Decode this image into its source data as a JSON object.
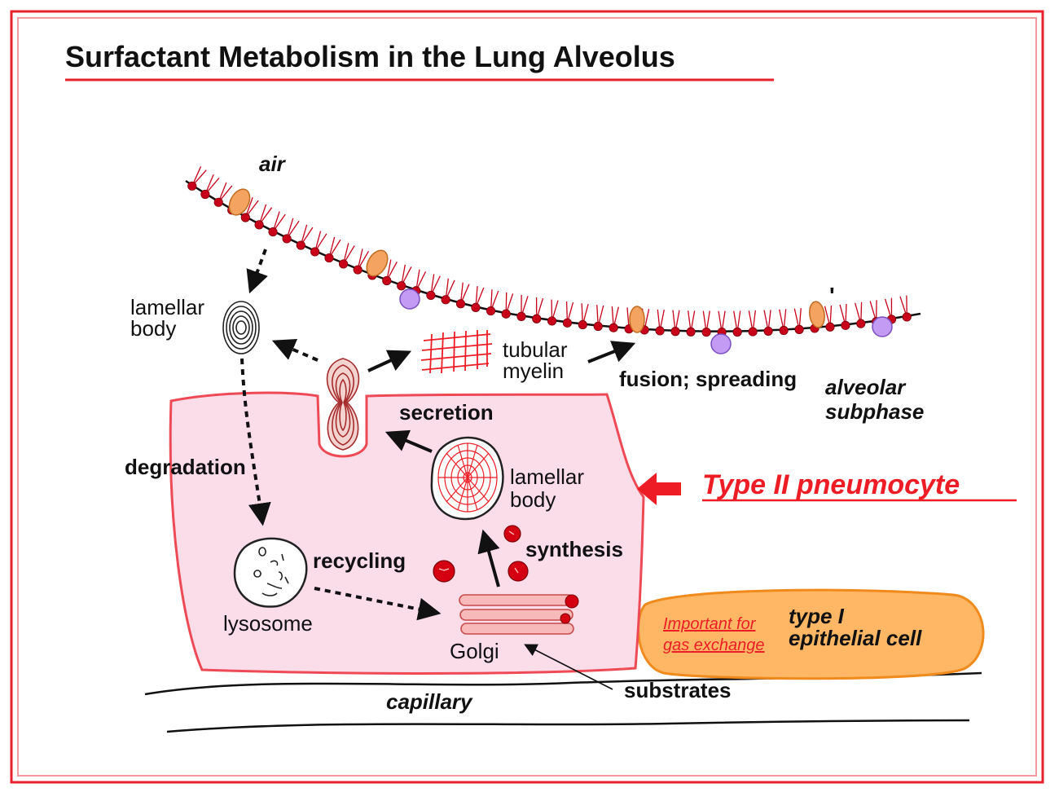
{
  "title": "Surfactant Metabolism in the Lung Alveolus",
  "labels": {
    "air": "air",
    "lamellar_body_top_1": "lamellar",
    "lamellar_body_top_2": "body",
    "tubular_1": "tubular",
    "tubular_2": "myelin",
    "fusion": "fusion; spreading",
    "alveolar_1": "alveolar",
    "alveolar_2": "subphase",
    "secretion": "secretion",
    "degradation": "degradation",
    "lamellar_body_cell_1": "lamellar",
    "lamellar_body_cell_2": "body",
    "type2": "Type II pneumocyte",
    "synthesis": "synthesis",
    "recycling": "recycling",
    "lysosome": "lysosome",
    "golgi": "Golgi",
    "important_1": "Important for",
    "important_2": "gas exchange",
    "type1_1": "type I",
    "type1_2": "epithelial cell",
    "capillary": "capillary",
    "substrates": "substrates",
    "tick_mark": "'"
  },
  "colors": {
    "frame": "#e8222c",
    "cell_fill": "#fbdce9",
    "cell_stroke": "#ee4a55",
    "lipid": "#c8001a",
    "protein_orange": "#f4a460",
    "protein_purple": "#c39bf5",
    "type1_fill": "#ffb765",
    "type1_stroke": "#f08a1c",
    "golgi_fill": "#f7b9b9",
    "arrow_red": "#ee1c25"
  }
}
